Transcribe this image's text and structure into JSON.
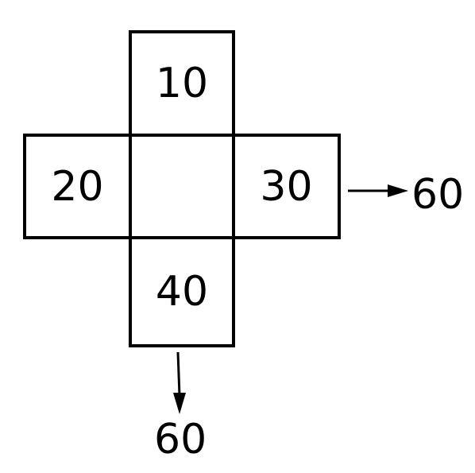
{
  "cross": {
    "top": "10",
    "left": "20",
    "center": "",
    "right": "30",
    "bottom": "40"
  },
  "arrows": {
    "right_result": "60",
    "down_result": "60"
  }
}
